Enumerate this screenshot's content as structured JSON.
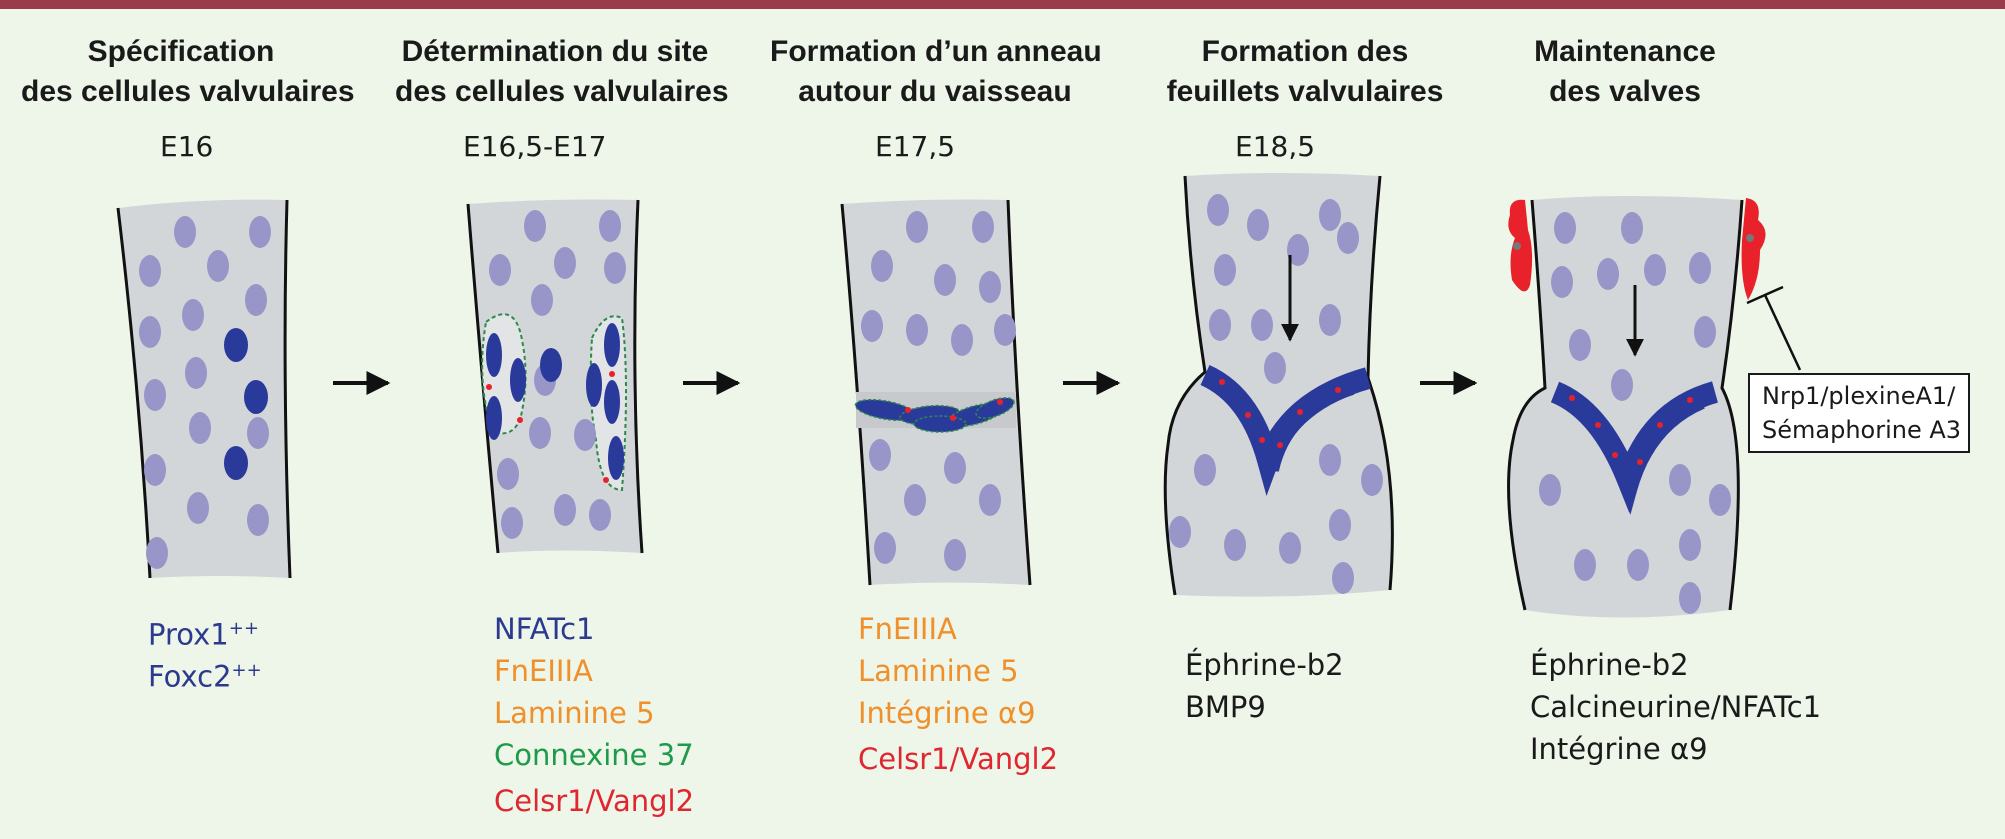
{
  "stages": [
    {
      "title": [
        "Spécification",
        "des cellules valvulaires"
      ],
      "age": "E16",
      "markers": [
        {
          "text": "Prox1",
          "sup": "++",
          "color": "blue"
        },
        {
          "text": "Foxc2",
          "sup": "++",
          "color": "blue"
        }
      ]
    },
    {
      "title": [
        "Détermination du site",
        "des cellules valvulaires"
      ],
      "age": "E16,5-E17",
      "markers": [
        {
          "text": "NFATc1",
          "color": "blue"
        },
        {
          "text": "FnEIIIA",
          "color": "orange"
        },
        {
          "text": "Laminine 5",
          "color": "orange"
        },
        {
          "text": "Connexine 37",
          "color": "green"
        },
        {
          "text": "Celsr1/Vangl2",
          "color": "red"
        }
      ]
    },
    {
      "title": [
        "Formation d’un anneau",
        "autour du vaisseau"
      ],
      "age": "E17,5",
      "markers": [
        {
          "text": "FnEIIIA",
          "color": "orange"
        },
        {
          "text": "Laminine 5",
          "color": "orange"
        },
        {
          "text": "Intégrine α9",
          "color": "orange"
        },
        {
          "text": "Celsr1/Vangl2",
          "color": "red"
        }
      ]
    },
    {
      "title": [
        "Formation des",
        "feuillets valvulaires"
      ],
      "age": "E18,5",
      "markers": [
        {
          "text": "Éphrine-b2",
          "color": "black"
        },
        {
          "text": "BMP9",
          "color": "black"
        }
      ]
    },
    {
      "title": [
        "Maintenance",
        "des valves"
      ],
      "age": "",
      "markers": [
        {
          "text": "Éphrine-b2",
          "color": "black"
        },
        {
          "text": "Calcineurine/NFATc1",
          "color": "black"
        },
        {
          "text": "Intégrine α9",
          "color": "black"
        }
      ]
    }
  ],
  "inhibitor_label": [
    "Nrp1/plexineA1/",
    "Sémaphorine A3"
  ],
  "colors": {
    "vessel": "#d3d6d8",
    "cell": "#9896c8",
    "nucleus_dark": "#2a3a9a",
    "red": "#e8212b",
    "bar": "#9b3a4a"
  }
}
